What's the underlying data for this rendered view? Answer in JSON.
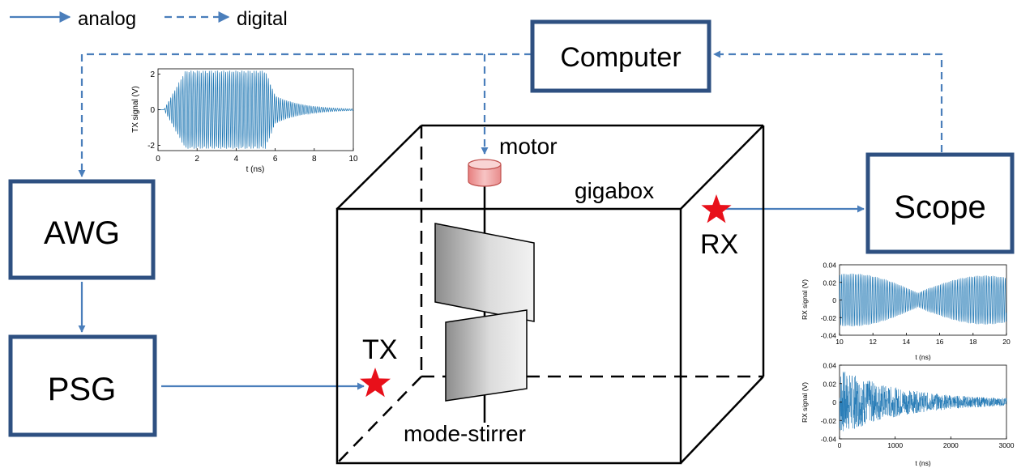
{
  "legend": {
    "analog": "analog",
    "digital": "digital"
  },
  "blocks": {
    "computer": "Computer",
    "awg": "AWG",
    "psg": "PSG",
    "scope": "Scope"
  },
  "labels": {
    "motor": "motor",
    "gigabox": "gigabox",
    "tx": "TX",
    "rx": "RX",
    "mode_stirrer": "mode-stirrer"
  },
  "colors": {
    "block_border": "#2e5081",
    "link": "#4a7ebb",
    "antenna_star": "#e8101a",
    "motor": "#f2a3a3",
    "signal": "#1f77b4"
  },
  "chart_data": [
    {
      "type": "line",
      "ylabel": "TX signal (V)",
      "xlabel": "t (ns)",
      "xlim": [
        0,
        10
      ],
      "ylim": [
        -2.3,
        2.3
      ],
      "xticks": [
        "0",
        "2",
        "4",
        "6",
        "8",
        "10"
      ],
      "yticks": [
        "2",
        "0",
        "-2"
      ]
    },
    {
      "type": "line",
      "ylabel": "RX signal (V)",
      "xlabel": "t (ns)",
      "xlim": [
        10,
        20
      ],
      "ylim": [
        -0.04,
        0.04
      ],
      "xticks": [
        "10",
        "12",
        "14",
        "16",
        "18",
        "20"
      ],
      "yticks": [
        "0.04",
        "0.02",
        "0",
        "-0.02",
        "-0.04"
      ]
    },
    {
      "type": "line",
      "ylabel": "RX signal (V)",
      "xlabel": "t (ns)",
      "xlim": [
        0,
        3000
      ],
      "ylim": [
        -0.04,
        0.04
      ],
      "xticks": [
        "0",
        "1000",
        "2000",
        "3000"
      ],
      "yticks": [
        "0.04",
        "0.02",
        "0",
        "-0.02",
        "-0.04"
      ]
    }
  ]
}
